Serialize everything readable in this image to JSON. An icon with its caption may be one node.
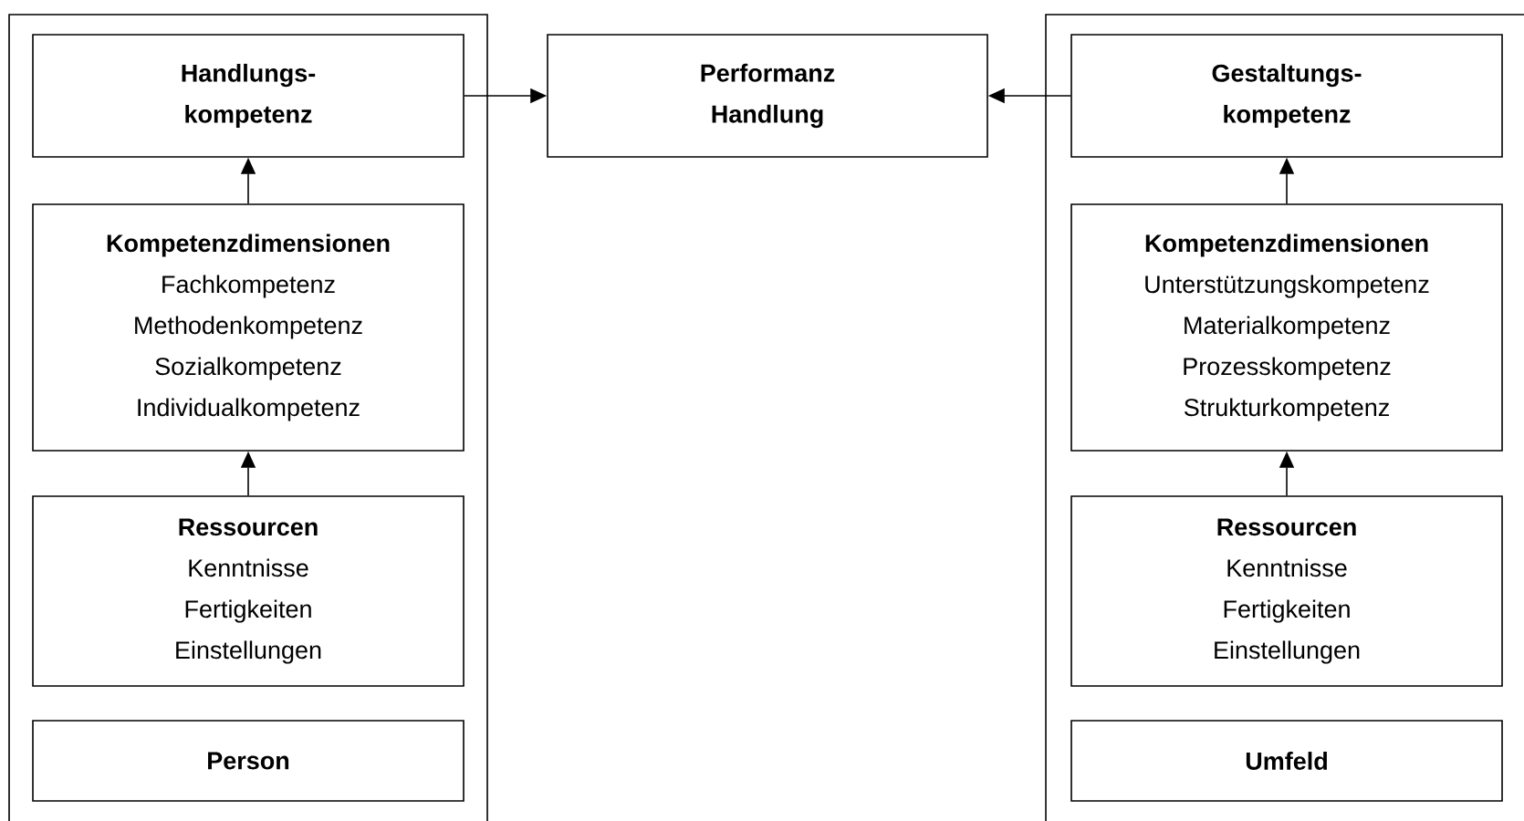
{
  "diagram": {
    "nodes": [
      {
        "text": [],
        "shape": "box"
      },
      {
        "text": [
          "Handlungs- kompetenz"
        ],
        "in": 0
      },
      {
        "text": [
          "Kompetenzdimensionen",
          "Fachkompetenz",
          "Methodenkompetenz",
          "Sozialkompetenz",
          "Individualkompetenz"
        ],
        "in": 0
      },
      {
        "text": [
          "Ressourcen",
          "Kenntnisse",
          "Fertigkeiten",
          "Einstellungen"
        ],
        "in": 0
      },
      {
        "text": [
          "Person"
        ],
        "in": 0
      },
      {
        "text": [
          "Performanz Handlung"
        ]
      },
      {
        "text": [],
        "shape": "box"
      },
      {
        "text": [
          "Gestaltungs- kompetenz"
        ],
        "in": 6
      },
      {
        "text": [
          "Kompetenzdimensionen",
          "Unterstützungskompetenz",
          "Materialkompetenz",
          "Prozesskompetenz",
          "Strukturkompetenz"
        ],
        "in": 6
      },
      {
        "text": [
          "Ressourcen",
          "Kenntnisse",
          "Fertigkeiten",
          "Einstellungen"
        ],
        "in": 6
      },
      {
        "text": [
          "Umfeld"
        ],
        "in": 6
      }
    ],
    "edges": [
      {
        "from": 3,
        "to": 2,
        "arrow": "to"
      },
      {
        "from": 2,
        "to": 1,
        "arrow": "to"
      },
      {
        "from": 1,
        "to": 5,
        "arrow": "to"
      },
      {
        "from": 9,
        "to": 8,
        "arrow": "to"
      },
      {
        "from": 8,
        "to": 7,
        "arrow": "to"
      },
      {
        "from": 7,
        "to": 5,
        "arrow": "to"
      }
    ]
  }
}
